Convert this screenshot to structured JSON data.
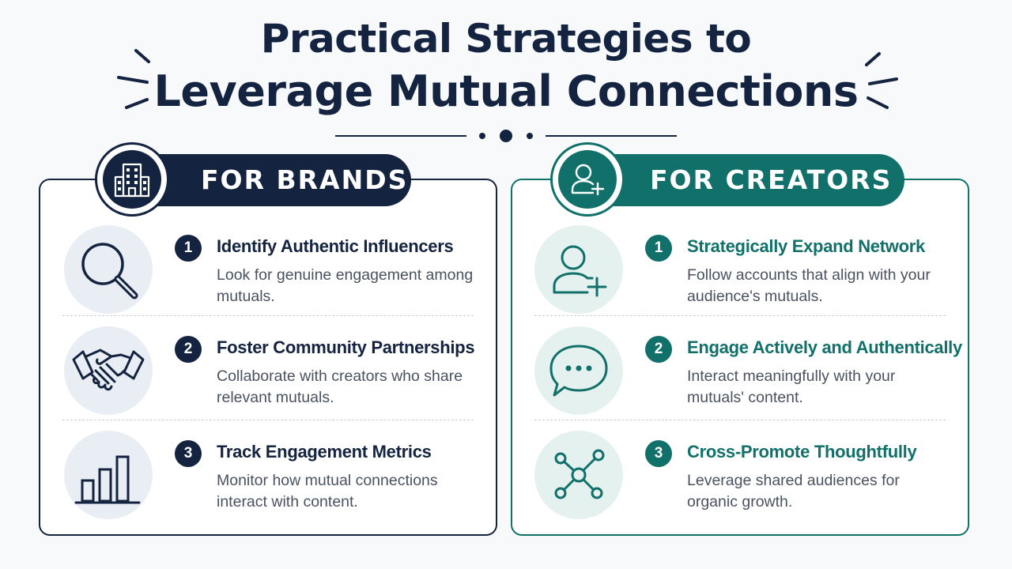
{
  "title": {
    "line1": "Practical Strategies to",
    "line2": "Leverage Mutual Connections"
  },
  "colors": {
    "navy": "#14233f",
    "teal": "#11706a"
  },
  "brands": {
    "header": "FOR BRANDS",
    "badge_icon": "building-icon",
    "items": [
      {
        "number": "1",
        "icon": "magnifier-icon",
        "title": "Identify Authentic Influencers",
        "desc": "Look for genuine engagement among mutuals."
      },
      {
        "number": "2",
        "icon": "handshake-icon",
        "title": "Foster Community Partnerships",
        "desc": "Collaborate with creators who share relevant mutuals."
      },
      {
        "number": "3",
        "icon": "bar-chart-icon",
        "title": "Track Engagement Metrics",
        "desc": "Monitor how mutual connections interact with content."
      }
    ]
  },
  "creators": {
    "header": "FOR CREATORS",
    "badge_icon": "add-user-icon",
    "items": [
      {
        "number": "1",
        "icon": "add-user-icon",
        "title": "Strategically Expand Network",
        "desc": "Follow accounts that align with your audience's mutuals."
      },
      {
        "number": "2",
        "icon": "chat-bubble-icon",
        "title": "Engage Actively and Authentically",
        "desc": "Interact meaningfully with your mutuals' content."
      },
      {
        "number": "3",
        "icon": "network-icon",
        "title": "Cross-Promote Thoughtfully",
        "desc": "Leverage shared audiences for organic growth."
      }
    ]
  }
}
